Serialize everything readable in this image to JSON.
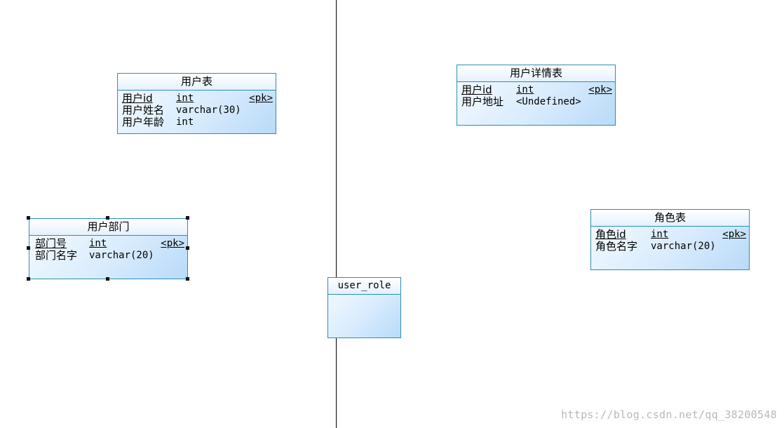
{
  "diagram": {
    "entities": [
      {
        "id": "user",
        "title": "用户表",
        "attributes": [
          {
            "name": "用户id",
            "type": "int",
            "key": "<pk>",
            "pk": true
          },
          {
            "name": "用户姓名",
            "type": "varchar(30)",
            "key": "",
            "pk": false
          },
          {
            "name": "用户年龄",
            "type": "int",
            "key": "",
            "pk": false
          }
        ]
      },
      {
        "id": "user-detail",
        "title": "用户详情表",
        "attributes": [
          {
            "name": "用户id",
            "type": "int",
            "key": "<pk>",
            "pk": true
          },
          {
            "name": "用户地址",
            "type": "<Undefined>",
            "key": "",
            "pk": false
          }
        ]
      },
      {
        "id": "department",
        "title": "用户部门",
        "selected": true,
        "attributes": [
          {
            "name": "部门号",
            "type": "int",
            "key": "<pk>",
            "pk": true
          },
          {
            "name": "部门名字",
            "type": "varchar(20)",
            "key": "",
            "pk": false
          }
        ]
      },
      {
        "id": "role",
        "title": "角色表",
        "attributes": [
          {
            "name": "角色id",
            "type": "int",
            "key": "<pk>",
            "pk": true
          },
          {
            "name": "角色名字",
            "type": "varchar(20)",
            "key": "",
            "pk": false
          }
        ]
      },
      {
        "id": "user-role",
        "title": "user_role",
        "attributes": []
      }
    ]
  },
  "colors": {
    "entity_border": "#2b8fb3",
    "entity_fill_light": "#f7fbff",
    "entity_fill_dark": "#b9daf8",
    "divider": "#000000",
    "watermark": "#b8b8b8"
  },
  "watermark": "https://blog.csdn.net/qq_38200548"
}
